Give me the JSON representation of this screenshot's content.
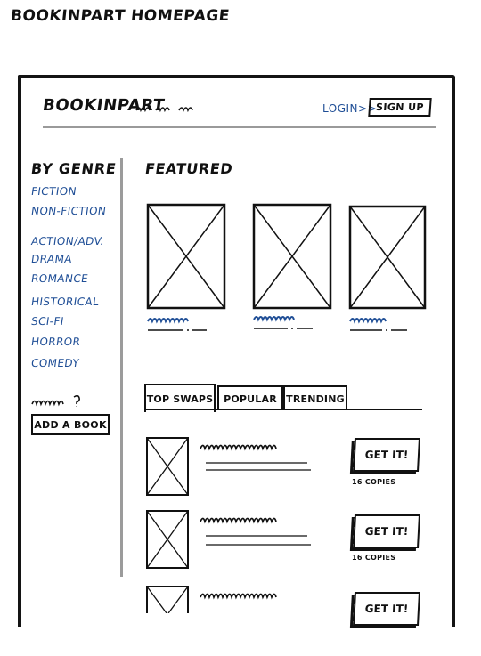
{
  "caption": "BookInPart Homepage",
  "header": {
    "brand": "BookInPart",
    "login_label": "Login>>",
    "signup_label": "Sign Up"
  },
  "sidebar": {
    "heading": "By Genre",
    "genres": [
      "Fiction",
      "Non-Fiction",
      "Action/Adv.",
      "Drama",
      "Romance",
      "Historical",
      "Sci-Fi",
      "Horror",
      "Comedy"
    ],
    "add_book_label": "Add a Book"
  },
  "featured": {
    "title": "Featured"
  },
  "tabs": [
    {
      "label": "Top Swaps",
      "active": true
    },
    {
      "label": "Popular",
      "active": false
    },
    {
      "label": "Trending",
      "active": false
    }
  ],
  "rows": [
    {
      "button_label": "Get It!",
      "copies": "16 copies"
    },
    {
      "button_label": "Get It!",
      "copies": "16 copies"
    },
    {
      "button_label": "Get It!",
      "copies": ""
    }
  ],
  "colors": {
    "link": "#1f4e96",
    "ink": "#111111",
    "rule": "#9a9a9a"
  }
}
